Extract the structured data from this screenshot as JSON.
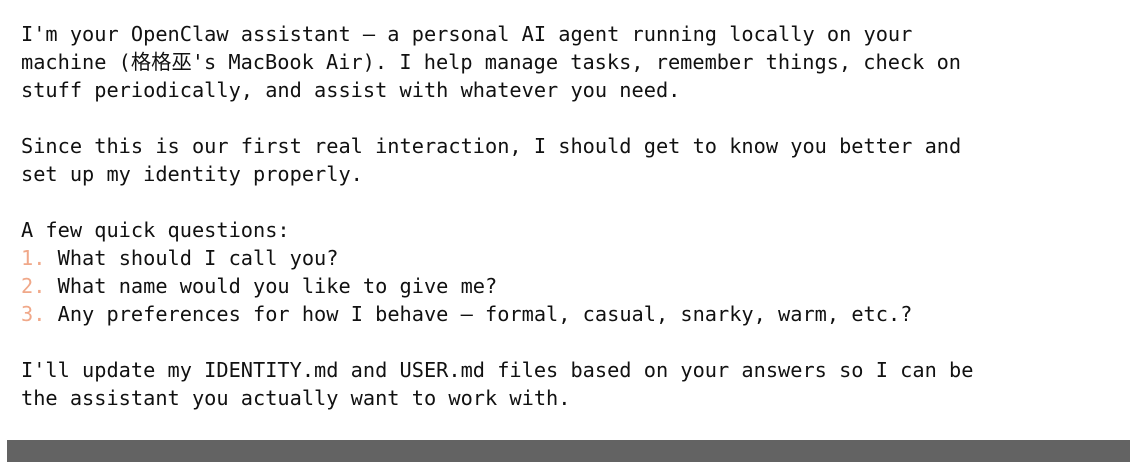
{
  "message": {
    "intro_lines": [
      "I'm your OpenClaw assistant — a personal AI agent running locally on your",
      "machine (格格巫's MacBook Air). I help manage tasks, remember things, check on",
      "stuff periodically, and assist with whatever you need."
    ],
    "context_lines": [
      "Since this is our first real interaction, I should get to know you better and",
      "set up my identity properly."
    ],
    "questions_heading": "A few quick questions:",
    "questions": [
      {
        "number": "1.",
        "text": "What should I call you?"
      },
      {
        "number": "2.",
        "text": "What name would you like to give me?"
      },
      {
        "number": "3.",
        "text": "Any preferences for how I behave — formal, casual, snarky, warm, etc.?"
      }
    ],
    "closing_lines": [
      "I'll update my IDENTITY.md and USER.md files based on your answers so I can be",
      "the assistant you actually want to work with."
    ]
  },
  "colors": {
    "text": "#111111",
    "list_number": "#f0a889",
    "input_bar": "#636363"
  }
}
